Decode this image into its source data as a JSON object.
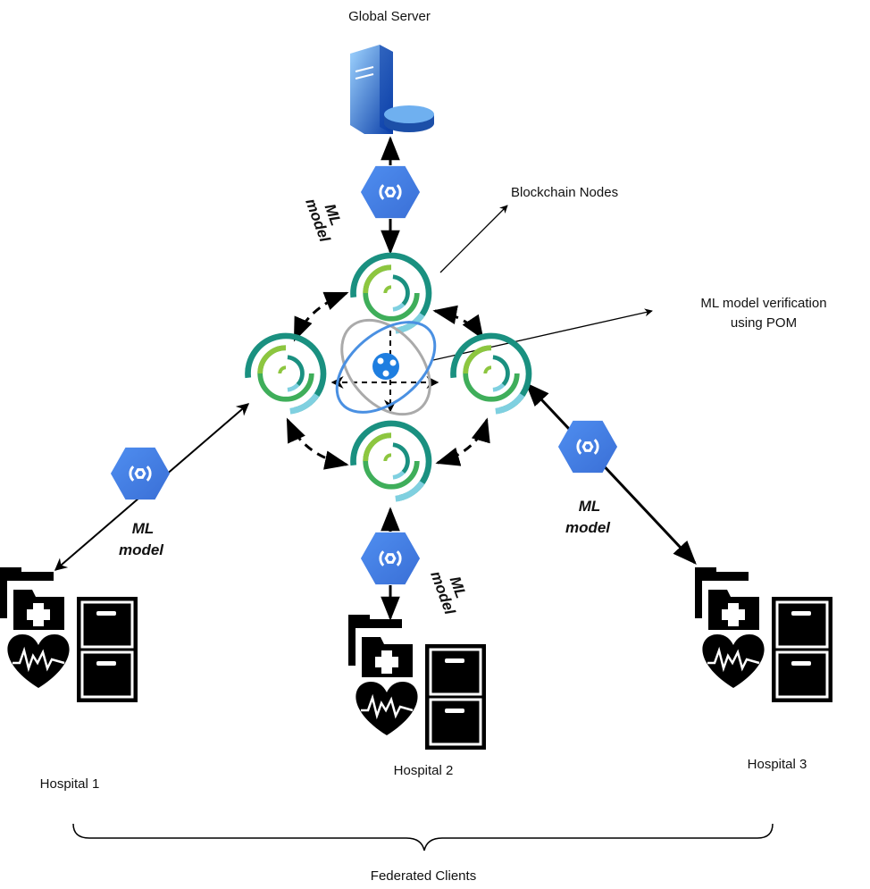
{
  "title": "Global Server",
  "annotations": {
    "blockchain_nodes": "Blockchain Nodes",
    "verification_line1": "ML model verification",
    "verification_line2": "using POM"
  },
  "ml_label": {
    "line1": "ML",
    "line2": "model"
  },
  "hospitals": [
    "Hospital 1",
    "Hospital 2",
    "Hospital 3"
  ],
  "group_label": "Federated Clients",
  "colors": {
    "hexagon": "#4a86e8",
    "teal": "#1a9080",
    "green": "#3fae5a",
    "lime": "#8dc63f",
    "light_blue": "#7fd0e0",
    "atom_blue": "#4a90e2",
    "atom_gray": "#aaaaaa"
  }
}
